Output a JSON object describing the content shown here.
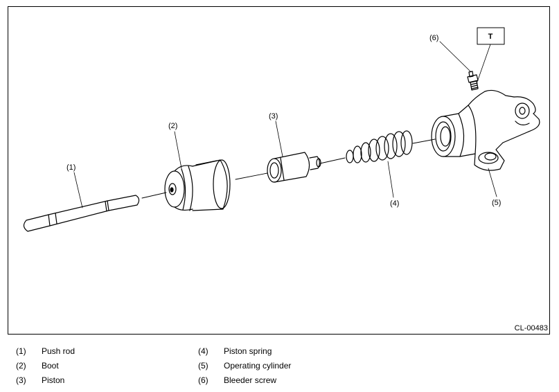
{
  "diagram": {
    "reference_code": "CL-00483",
    "torque_box_label": "T",
    "callouts": [
      "(1)",
      "(2)",
      "(3)",
      "(4)",
      "(5)",
      "(6)"
    ]
  },
  "legend": {
    "items": [
      {
        "num": "(1)",
        "text": "Push rod"
      },
      {
        "num": "(2)",
        "text": "Boot"
      },
      {
        "num": "(3)",
        "text": "Piston"
      },
      {
        "num": "(4)",
        "text": "Piston spring"
      },
      {
        "num": "(5)",
        "text": "Operating cylinder"
      },
      {
        "num": "(6)",
        "text": "Bleeder screw"
      }
    ]
  }
}
